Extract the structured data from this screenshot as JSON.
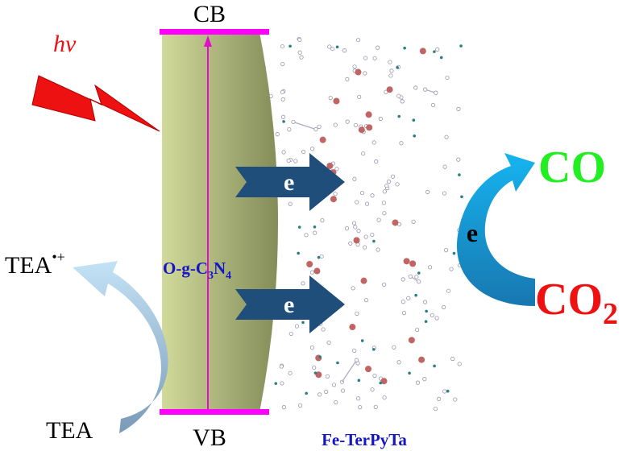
{
  "labels": {
    "cb": "CB",
    "vb": "VB",
    "light": "hv",
    "semiconductor_main": "O-g-C",
    "semiconductor_sub1": "3",
    "semiconductor_mid": "N",
    "semiconductor_sub2": "4",
    "framework": "Fe-TerPyTa",
    "electron": "e",
    "product": "CO",
    "reactant_main": "CO",
    "reactant_sub": "2",
    "donor": "TEA",
    "donor_oxidized": "TEA",
    "donor_oxidized_sup": "•+"
  },
  "colors": {
    "band_edge": "#ff00ff",
    "semiconductor_light": "#ccd494",
    "semiconductor_dark": "#8d9560",
    "electron_arrow": "#1f4e7a",
    "lightning": "#ee1111",
    "product_text": "#22ee22",
    "reactant_text": "#ee1111",
    "label_blue": "#1515c8",
    "cycle_arrow": "#12a8e8",
    "donor_arrow": "#9cc6e2",
    "framework_bond": "#b6b0c6",
    "fe_atom": "#c06464",
    "n_atom": "#2a7f86"
  },
  "icons": [
    "lightning-icon",
    "electron-transfer-arrow-icon",
    "catalytic-cycle-arrow-icon",
    "sacrificial-donor-arrow-icon"
  ]
}
